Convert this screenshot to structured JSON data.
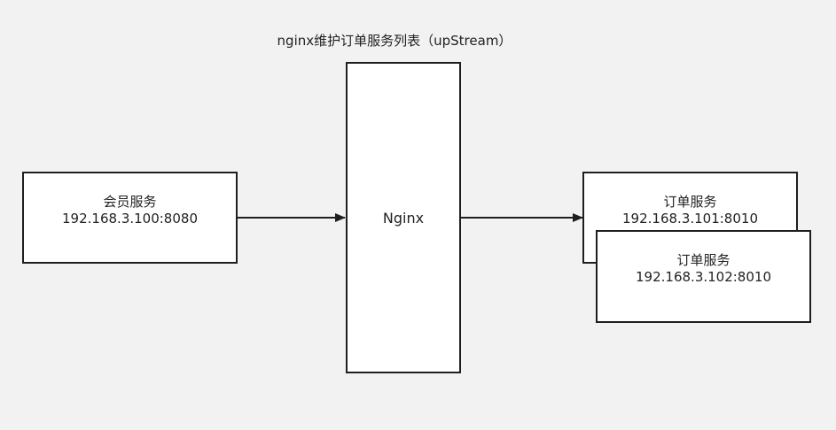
{
  "title": "nginx维护订单服务列表（upStream）",
  "nodes": {
    "member": {
      "name": "会员服务",
      "address": "192.168.3.100:8080"
    },
    "nginx": {
      "name": "Nginx"
    },
    "order1": {
      "name": "订单服务",
      "address": "192.168.3.101:8010"
    },
    "order2": {
      "name": "订单服务",
      "address": "192.168.3.102:8010"
    }
  },
  "colors": {
    "background": "#f2f2f2",
    "box_fill": "#ffffff",
    "stroke": "#1f1f1f"
  }
}
